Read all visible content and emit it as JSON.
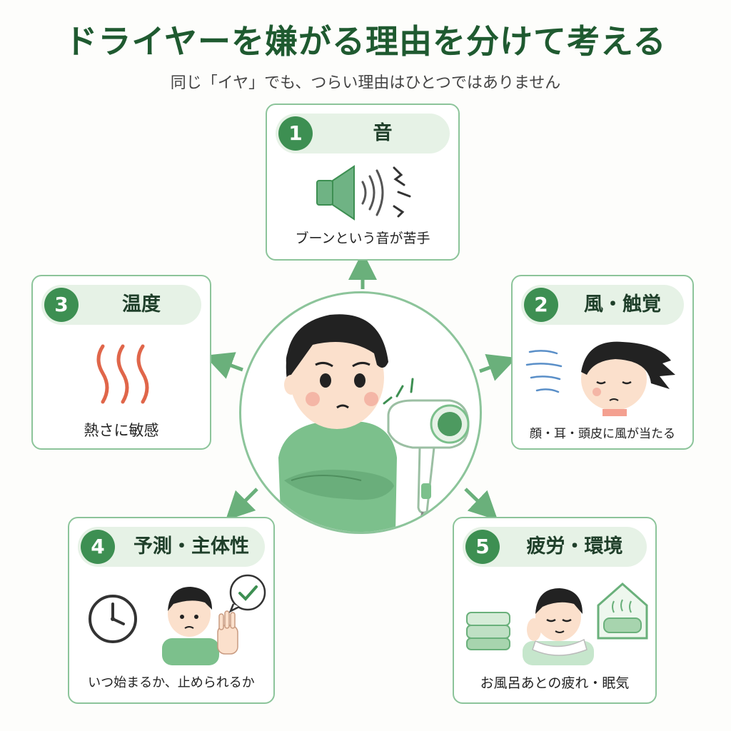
{
  "title": "ドライヤーを嫌がる理由を分けて考える",
  "subtitle": "同じ「イヤ」でも、つらい理由はひとつではありません",
  "reasons": [
    {
      "number": "1",
      "label": "音",
      "caption": "ブーンという音が苦手",
      "icon": "speaker-icon"
    },
    {
      "number": "2",
      "label": "風・触覚",
      "caption": "顔・耳・頭皮に風が当たる",
      "icon": "wind-face-icon"
    },
    {
      "number": "3",
      "label": "温度",
      "caption": "熱さに敏感",
      "icon": "heat-waves-icon"
    },
    {
      "number": "4",
      "label": "予測・主体性",
      "caption": "いつ始まるか、止められるか",
      "icon": "clock-icon"
    },
    {
      "number": "5",
      "label": "疲労・環境",
      "caption": "お風呂あとの疲れ・眠気",
      "icon": "towel-bath-icon"
    }
  ],
  "colors": {
    "title": "#1f5a30",
    "accent": "#3d8f52",
    "border": "#8cc49a",
    "pill": "#e6f2e6",
    "heat": "#e0664a"
  },
  "center": {
    "icon": "child-with-hairdryer-icon"
  }
}
